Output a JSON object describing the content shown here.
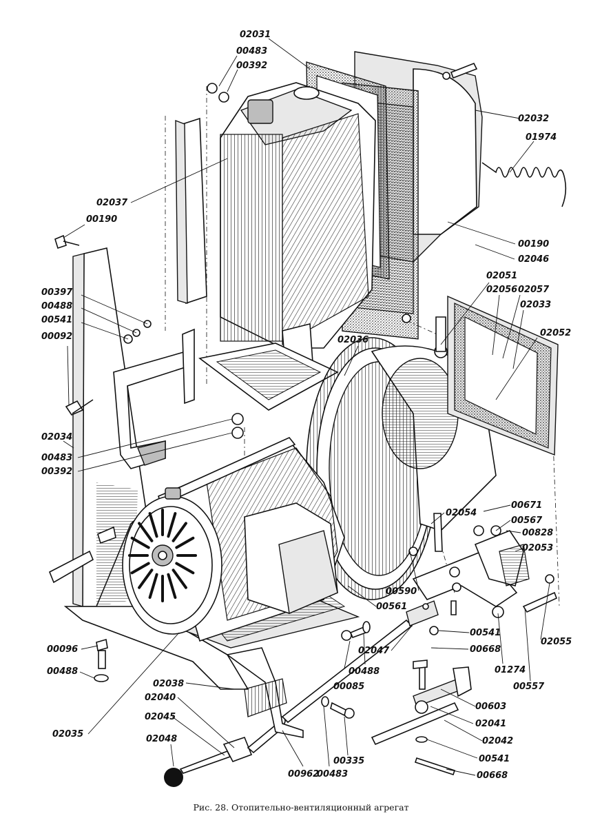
{
  "caption": "Рис. 28. Отопительно-вентиляционный агрегат",
  "callouts": [
    {
      "id": "c02031",
      "text": "02031"
    },
    {
      "id": "c00483a",
      "text": "00483"
    },
    {
      "id": "c00392a",
      "text": "00392"
    },
    {
      "id": "c02032",
      "text": "02032"
    },
    {
      "id": "c01974",
      "text": "01974"
    },
    {
      "id": "c02037",
      "text": "02037"
    },
    {
      "id": "c00190a",
      "text": "00190"
    },
    {
      "id": "c00190b",
      "text": "00190"
    },
    {
      "id": "c02046",
      "text": "02046"
    },
    {
      "id": "c02051",
      "text": "02051"
    },
    {
      "id": "c02056",
      "text": "02056"
    },
    {
      "id": "c02057",
      "text": "02057"
    },
    {
      "id": "c02033",
      "text": "02033"
    },
    {
      "id": "c02052",
      "text": "02052"
    },
    {
      "id": "c00397",
      "text": "00397"
    },
    {
      "id": "c00488a",
      "text": "00488"
    },
    {
      "id": "c00541a",
      "text": "00541"
    },
    {
      "id": "c00092",
      "text": "00092"
    },
    {
      "id": "c02036",
      "text": "02036"
    },
    {
      "id": "c02034",
      "text": "02034"
    },
    {
      "id": "c00483b",
      "text": "00483"
    },
    {
      "id": "c00392b",
      "text": "00392"
    },
    {
      "id": "c00671",
      "text": "00671"
    },
    {
      "id": "c00567",
      "text": "00567"
    },
    {
      "id": "c02054",
      "text": "02054"
    },
    {
      "id": "c00828",
      "text": "00828"
    },
    {
      "id": "c02053",
      "text": "02053"
    },
    {
      "id": "c00590",
      "text": "00590"
    },
    {
      "id": "c00561",
      "text": "00561"
    },
    {
      "id": "c00541b",
      "text": "00541"
    },
    {
      "id": "c02055",
      "text": "02055"
    },
    {
      "id": "c00668a",
      "text": "00668"
    },
    {
      "id": "c00096",
      "text": "00096"
    },
    {
      "id": "c00488b",
      "text": "00488"
    },
    {
      "id": "c02047",
      "text": "02047"
    },
    {
      "id": "c00488c",
      "text": "00488"
    },
    {
      "id": "c01274",
      "text": "01274"
    },
    {
      "id": "c00557",
      "text": "00557"
    },
    {
      "id": "c00085",
      "text": "00085"
    },
    {
      "id": "c02038",
      "text": "02038"
    },
    {
      "id": "c00603",
      "text": "00603"
    },
    {
      "id": "c02040",
      "text": "02040"
    },
    {
      "id": "c02041",
      "text": "02041"
    },
    {
      "id": "c02045",
      "text": "02045"
    },
    {
      "id": "c02035",
      "text": "02035"
    },
    {
      "id": "c02042",
      "text": "02042"
    },
    {
      "id": "c02048",
      "text": "02048"
    },
    {
      "id": "c00335",
      "text": "00335"
    },
    {
      "id": "c00541c",
      "text": "00541"
    },
    {
      "id": "c00962",
      "text": "00962"
    },
    {
      "id": "c00483c",
      "text": "00483"
    },
    {
      "id": "c00668b",
      "text": "00668"
    }
  ]
}
